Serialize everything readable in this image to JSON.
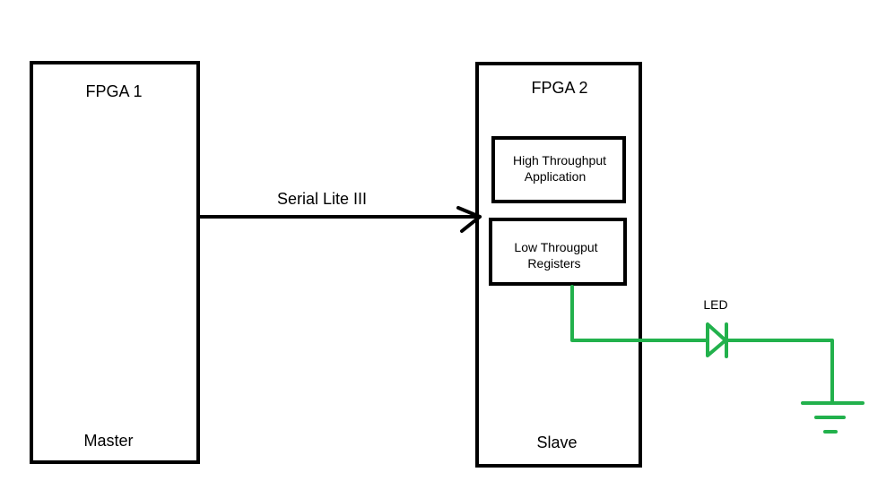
{
  "diagram": {
    "fpga1": {
      "title": "FPGA 1",
      "role": "Master"
    },
    "fpga2": {
      "title": "FPGA 2",
      "role": "Slave",
      "blocks": [
        {
          "line1": "High Throughput",
          "line2": "Application"
        },
        {
          "line1": "Low Througput",
          "line2": "Registers"
        }
      ]
    },
    "link": {
      "label": "Serial Lite III"
    },
    "led": {
      "label": "LED"
    },
    "colors": {
      "box": "#000000",
      "circuit": "#22b14c"
    }
  }
}
